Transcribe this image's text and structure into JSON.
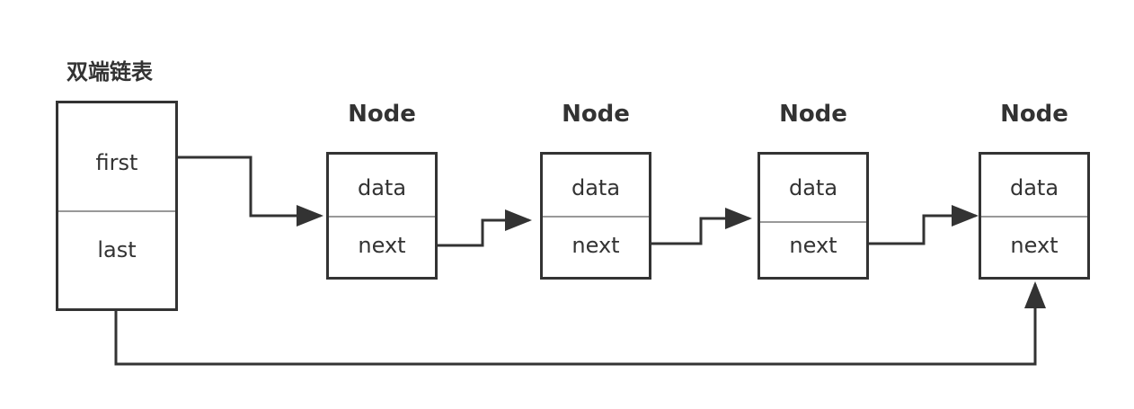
{
  "title": "双端链表",
  "list": {
    "first": "first",
    "last": "last"
  },
  "nodes": [
    {
      "label": "Node",
      "data": "data",
      "next": "next"
    },
    {
      "label": "Node",
      "data": "data",
      "next": "next"
    },
    {
      "label": "Node",
      "data": "data",
      "next": "next"
    },
    {
      "label": "Node",
      "data": "data",
      "next": "next"
    }
  ],
  "colors": {
    "stroke": "#333333",
    "divider": "#999999"
  }
}
